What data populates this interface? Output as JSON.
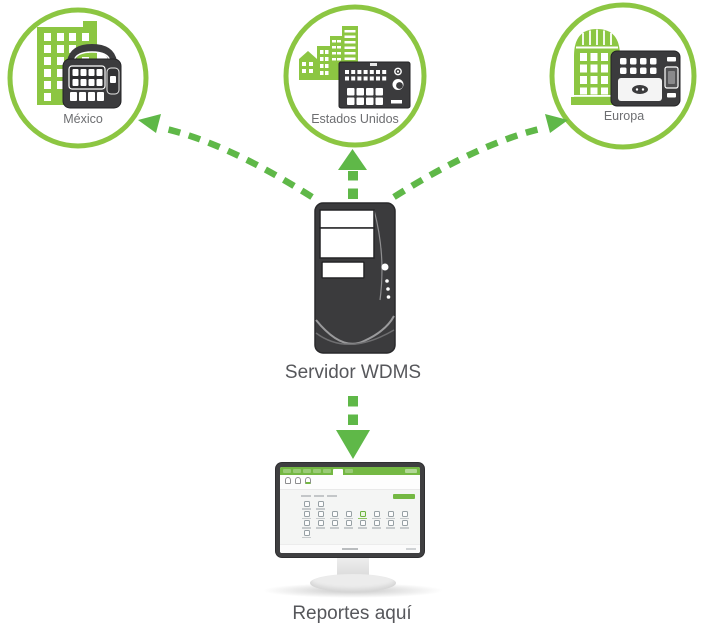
{
  "diagram": {
    "sites": [
      {
        "id": "mexico",
        "label": "México",
        "icon": "office-building-and-punch-clock-device"
      },
      {
        "id": "estados-unidos",
        "label": "Estados Unidos",
        "icon": "city-skyline-and-attendance-terminal-device"
      },
      {
        "id": "europa",
        "label": "Europa",
        "icon": "dome-building-and-access-control-device"
      }
    ],
    "server": {
      "label": "Servidor WDMS",
      "icon": "server-tower"
    },
    "reports": {
      "label": "Reportes aquí",
      "icon": "desktop-monitor-with-wdms-software"
    },
    "colors": {
      "circle_green": "#8CC642",
      "arrow_green": "#5FB848",
      "device_dark": "#3B3B3D",
      "site_label_gray": "#6D6E71",
      "big_label_gray": "#56575B",
      "app_header_green": "#74B843"
    },
    "monitor": {
      "app": {
        "icon_rows": [
          2,
          8,
          8,
          1
        ],
        "highlight_row": 1,
        "highlight_col": 4
      }
    }
  }
}
